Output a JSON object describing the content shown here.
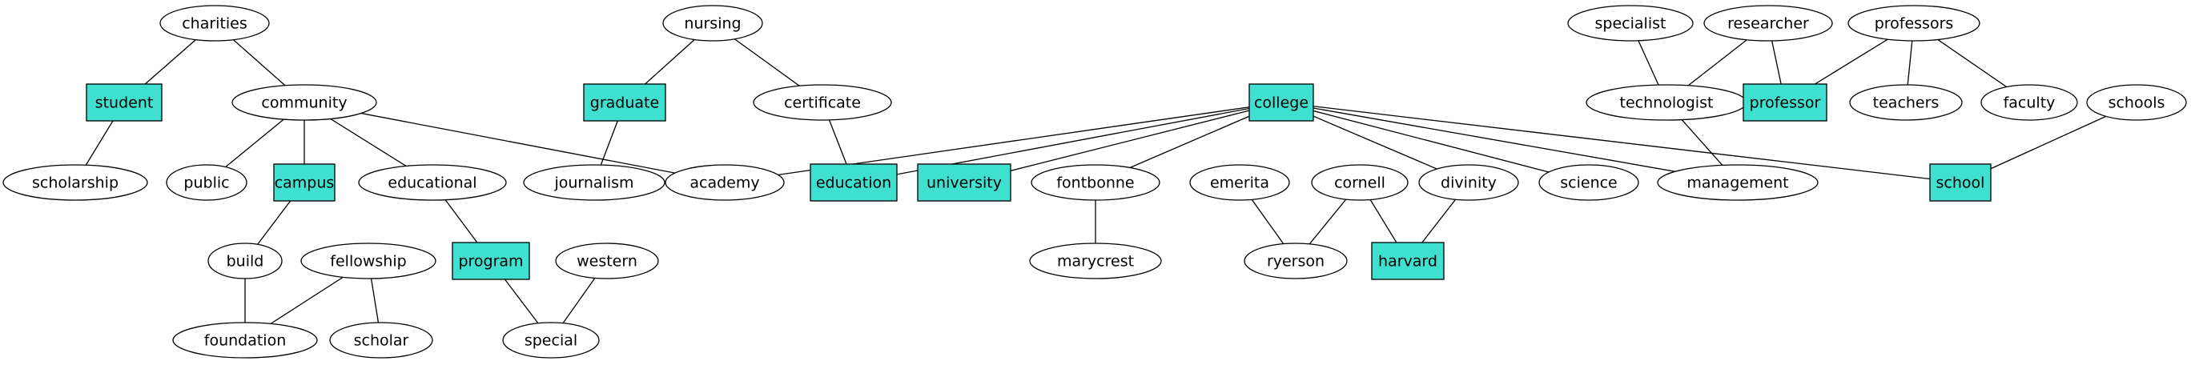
{
  "colors": {
    "highlight": "#40e0d0",
    "plain": "#ffffff",
    "stroke": "#000000"
  },
  "nodes": {
    "charities": {
      "label": "charities",
      "shape": "ellipse"
    },
    "student": {
      "label": "student",
      "shape": "box"
    },
    "scholarship": {
      "label": "scholarship",
      "shape": "ellipse"
    },
    "community": {
      "label": "community",
      "shape": "ellipse"
    },
    "public": {
      "label": "public",
      "shape": "ellipse"
    },
    "campus": {
      "label": "campus",
      "shape": "box"
    },
    "educational": {
      "label": "educational",
      "shape": "ellipse"
    },
    "build": {
      "label": "build",
      "shape": "ellipse"
    },
    "fellowship": {
      "label": "fellowship",
      "shape": "ellipse"
    },
    "foundation": {
      "label": "foundation",
      "shape": "ellipse"
    },
    "scholar": {
      "label": "scholar",
      "shape": "ellipse"
    },
    "program": {
      "label": "program",
      "shape": "box"
    },
    "western": {
      "label": "western",
      "shape": "ellipse"
    },
    "special": {
      "label": "special",
      "shape": "ellipse"
    },
    "nursing": {
      "label": "nursing",
      "shape": "ellipse"
    },
    "graduate": {
      "label": "graduate",
      "shape": "box"
    },
    "certificate": {
      "label": "certificate",
      "shape": "ellipse"
    },
    "journalism": {
      "label": "journalism",
      "shape": "ellipse"
    },
    "academy": {
      "label": "academy",
      "shape": "ellipse"
    },
    "education": {
      "label": "education",
      "shape": "box"
    },
    "university": {
      "label": "university",
      "shape": "box"
    },
    "college": {
      "label": "college",
      "shape": "box"
    },
    "fontbonne": {
      "label": "fontbonne",
      "shape": "ellipse"
    },
    "marycrest": {
      "label": "marycrest",
      "shape": "ellipse"
    },
    "emerita": {
      "label": "emerita",
      "shape": "ellipse"
    },
    "cornell": {
      "label": "cornell",
      "shape": "ellipse"
    },
    "ryerson": {
      "label": "ryerson",
      "shape": "ellipse"
    },
    "harvard": {
      "label": "harvard",
      "shape": "box"
    },
    "divinity": {
      "label": "divinity",
      "shape": "ellipse"
    },
    "science": {
      "label": "science",
      "shape": "ellipse"
    },
    "management": {
      "label": "management",
      "shape": "ellipse"
    },
    "specialist": {
      "label": "specialist",
      "shape": "ellipse"
    },
    "researcher": {
      "label": "researcher",
      "shape": "ellipse"
    },
    "technologist": {
      "label": "technologist",
      "shape": "ellipse"
    },
    "professor": {
      "label": "professor",
      "shape": "box"
    },
    "professors": {
      "label": "professors",
      "shape": "ellipse"
    },
    "teachers": {
      "label": "teachers",
      "shape": "ellipse"
    },
    "faculty": {
      "label": "faculty",
      "shape": "ellipse"
    },
    "schools": {
      "label": "schools",
      "shape": "ellipse"
    },
    "school": {
      "label": "school",
      "shape": "box"
    }
  },
  "edges": [
    [
      "charities",
      "student"
    ],
    [
      "charities",
      "community"
    ],
    [
      "student",
      "scholarship"
    ],
    [
      "community",
      "public"
    ],
    [
      "community",
      "campus"
    ],
    [
      "community",
      "educational"
    ],
    [
      "community",
      "academy"
    ],
    [
      "campus",
      "build"
    ],
    [
      "build",
      "foundation"
    ],
    [
      "fellowship",
      "foundation"
    ],
    [
      "fellowship",
      "scholar"
    ],
    [
      "educational",
      "program"
    ],
    [
      "program",
      "special"
    ],
    [
      "western",
      "special"
    ],
    [
      "nursing",
      "graduate"
    ],
    [
      "nursing",
      "certificate"
    ],
    [
      "graduate",
      "journalism"
    ],
    [
      "certificate",
      "education"
    ],
    [
      "college",
      "academy"
    ],
    [
      "college",
      "education"
    ],
    [
      "college",
      "university"
    ],
    [
      "college",
      "fontbonne"
    ],
    [
      "college",
      "divinity"
    ],
    [
      "college",
      "science"
    ],
    [
      "college",
      "management"
    ],
    [
      "college",
      "school"
    ],
    [
      "fontbonne",
      "marycrest"
    ],
    [
      "emerita",
      "ryerson"
    ],
    [
      "cornell",
      "ryerson"
    ],
    [
      "cornell",
      "harvard"
    ],
    [
      "divinity",
      "harvard"
    ],
    [
      "specialist",
      "technologist"
    ],
    [
      "researcher",
      "technologist"
    ],
    [
      "researcher",
      "professor"
    ],
    [
      "technologist",
      "management"
    ],
    [
      "professors",
      "professor"
    ],
    [
      "professors",
      "teachers"
    ],
    [
      "professors",
      "faculty"
    ],
    [
      "schools",
      "school"
    ]
  ]
}
